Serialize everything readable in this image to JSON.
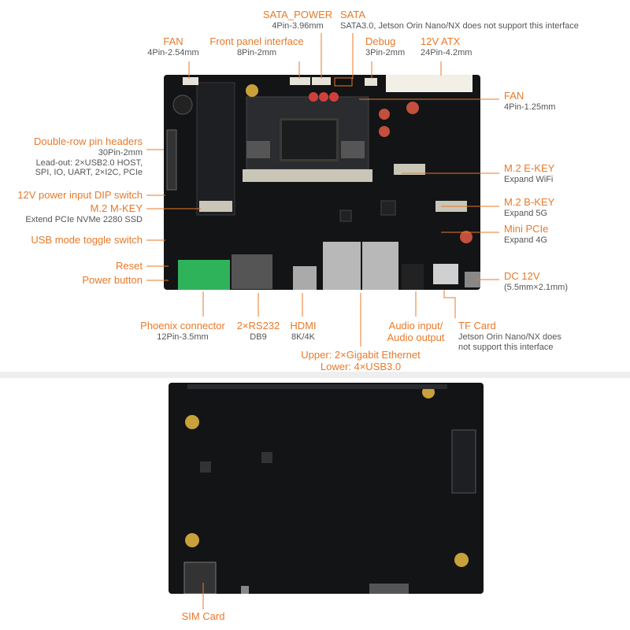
{
  "accent": "#e8792a",
  "labels": {
    "fan_top": {
      "title": "FAN",
      "sub": "4Pin-2.54mm"
    },
    "front_panel": {
      "title": "Front panel interface",
      "sub": "8Pin-2mm"
    },
    "sata_power": {
      "title": "SATA_POWER",
      "sub": "4Pin-3.96mm"
    },
    "sata": {
      "title": "SATA",
      "sub": "SATA3.0, Jetson Orin Nano/NX does not support this interface"
    },
    "debug": {
      "title": "Debug",
      "sub": "3Pin-2mm"
    },
    "atx": {
      "title": "12V ATX",
      "sub": "24Pin-4.2mm"
    },
    "fan_right": {
      "title": "FAN",
      "sub": "4Pin-1.25mm"
    },
    "double_row": {
      "title": "Double-row pin headers",
      "sub1": "30Pin-2mm",
      "sub2": "Lead-out: 2×USB2.0 HOST,",
      "sub3": "SPI, IO, UART, 2×I2C, PCIe"
    },
    "dip_switch": {
      "title": "12V power input DIP switch"
    },
    "m2_mkey": {
      "title": "M.2 M-KEY",
      "sub": "Extend PCIe NVMe 2280 SSD"
    },
    "usb_toggle": {
      "title": "USB mode toggle switch"
    },
    "reset": {
      "title": "Reset"
    },
    "power_button": {
      "title": "Power button"
    },
    "m2_ekey": {
      "title": "M.2 E-KEY",
      "sub": "Expand WiFi"
    },
    "m2_bkey": {
      "title": "M.2 B-KEY",
      "sub": "Expand 5G"
    },
    "mini_pcie": {
      "title": "Mini PCIe",
      "sub": "Expand 4G"
    },
    "dc12v": {
      "title": "DC 12V",
      "sub": "(5.5mm×2.1mm)"
    },
    "phoenix": {
      "title": "Phoenix connector",
      "sub": "12Pin-3.5mm"
    },
    "rs232": {
      "title": "2×RS232",
      "sub": "DB9"
    },
    "hdmi": {
      "title": "HDMI",
      "sub": "8K/4K"
    },
    "audio": {
      "title1": "Audio input/",
      "title2": "Audio output"
    },
    "tf_card": {
      "title": "TF Card",
      "sub1": "Jetson Orin Nano/NX does",
      "sub2": "not support this interface"
    },
    "ethernet": {
      "title1": "Upper: 2×Gigabit Ethernet",
      "title2": "Lower: 4×USB3.0"
    },
    "sim_card": {
      "title": "SIM Card"
    }
  }
}
